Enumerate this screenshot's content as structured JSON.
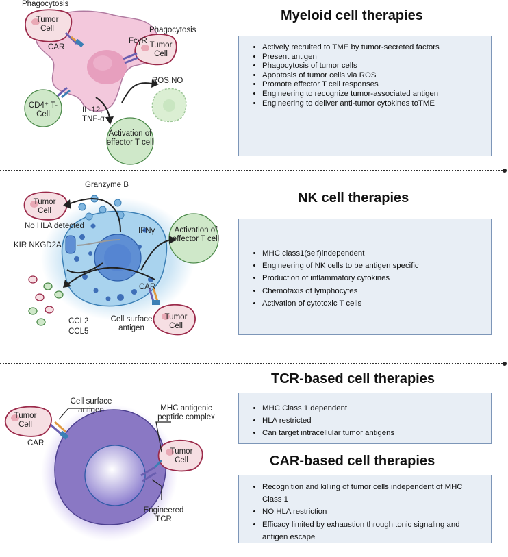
{
  "sections": {
    "myeloid": {
      "title": "Myeloid  cell therapies",
      "items": [
        "Actively recruited to TME by tumor-secreted factors",
        "Present antigen",
        "Phagocytosis of tumor cells",
        "Apoptosis of tumor cells via ROS",
        "Promote effector T cell responses",
        "Engineering to recognize tumor-associated antigen",
        "Engineering to deliver anti-tumor cytokines toTME"
      ],
      "labels": {
        "phagocytosis_left": "Phagocytosis",
        "phagocytosis_right": "Phagocytosis",
        "tumor_cell": "Tumor Cell",
        "car": "CAR",
        "fcgr": "FcγR",
        "ros_no": "ROS,NO",
        "cd4": "CD4⁺ T-Cell",
        "il12": "IL-12, TNF-α",
        "activation": "Activation of effector T cell"
      }
    },
    "nk": {
      "title": "NK cell therapies",
      "items": [
        "MHC class1(self)independent",
        "Engineering of NK cells to be antigen specific",
        "Production of inflammatory cytokines",
        "Chemotaxis of lymphocytes",
        "Activation of cytotoxic T cells"
      ],
      "labels": {
        "granzyme": "Granzyme B",
        "tumor_cell": "Tumor Cell",
        "no_hla": "No HLA detected",
        "ifng": "IFNγ",
        "activation": "Activation of effector T cell",
        "kir": "KIR NKGD2A",
        "car": "CAR",
        "ccl2": "CCL2",
        "ccl5": "CCL5",
        "cell_surface_antigen": "Cell surface antigen"
      }
    },
    "tcr": {
      "title": "TCR-based cell therapies",
      "items": [
        "MHC Class 1 dependent",
        "HLA restricted",
        "Can target intracellular tumor antigens"
      ],
      "labels": {
        "tumor_cell": "Tumor Cell",
        "cell_surface_antigen": "Cell surface antigen",
        "mhc_complex": "MHC antigenic peptide complex",
        "car": "CAR",
        "engineered_tcr": "Engineered TCR"
      }
    },
    "car": {
      "title": "CAR-based cell therapies",
      "items": [
        "Recognition and killing of tumor cells independent of MHC Class 1",
        "NO HLA restriction",
        "Efficacy limited by exhaustion through tonic signaling and antigen escape"
      ]
    }
  },
  "colors": {
    "macrophage": "#f3c8dc",
    "nk_cell": "#a9d3ee",
    "t_cell": "#8a78c4",
    "tumor_cell": "#f6dfe3",
    "activation": "#cfe8c9",
    "box_fill": "#e8eef5",
    "box_border": "#7d96b8"
  }
}
